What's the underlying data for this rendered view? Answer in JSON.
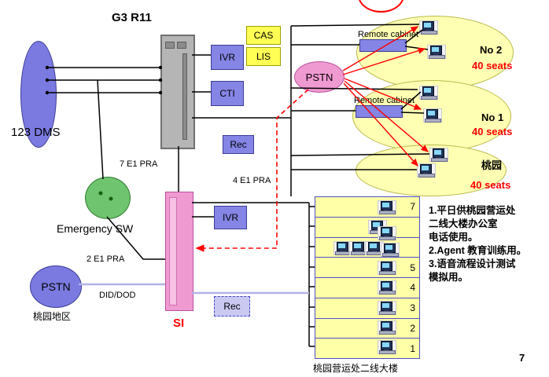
{
  "title": "G3 R11",
  "colors": {
    "accent_red": "#ff0000",
    "node_blue": "#7a7ae0",
    "node_pink": "#f09ad2",
    "node_green": "#6fc46f",
    "node_yellow": "#ffff55",
    "site_yellow": "#ffffb4"
  },
  "icons": {
    "workstation": "css-monitor-shape"
  },
  "left": {
    "dms_label": "123 DMS",
    "emergency_label": "Emergency SW",
    "pstn_label": "PSTN",
    "region_label": "桃园地区"
  },
  "boxes": {
    "ivr_top": "IVR",
    "cti": "CTI",
    "cas": "CAS",
    "lis": "LIS",
    "rec_top": "Rec",
    "ivr_bottom": "IVR",
    "rec_bottom": "Rec",
    "pstn_top": "PSTN",
    "si": "SI"
  },
  "links": {
    "e1_7": "7 E1 PRA",
    "e1_4": "4 E1 PRA",
    "e1_2": "2 E1 PRA",
    "did_dod": "DID/DOD"
  },
  "sites": [
    {
      "cabinet": "Remote cabinet",
      "name": "No 2",
      "seats": "40 seats"
    },
    {
      "cabinet": "Remote cabinet",
      "name": "No 1",
      "seats": "40 seats"
    },
    {
      "cabinet": "",
      "name": "桃园",
      "seats": "40 seats"
    }
  ],
  "building": {
    "rows": [
      "7",
      "",
      "",
      "5",
      "4",
      "3",
      "2",
      "1"
    ],
    "caption": "桃园营运处二线大楼"
  },
  "notes": [
    "1.平日供桃园营运处",
    "二线大楼办公室",
    "电话使用。",
    "2.Agent 教育训练用。",
    "3.语音流程设计测试",
    "模拟用。"
  ],
  "page_number": "7"
}
